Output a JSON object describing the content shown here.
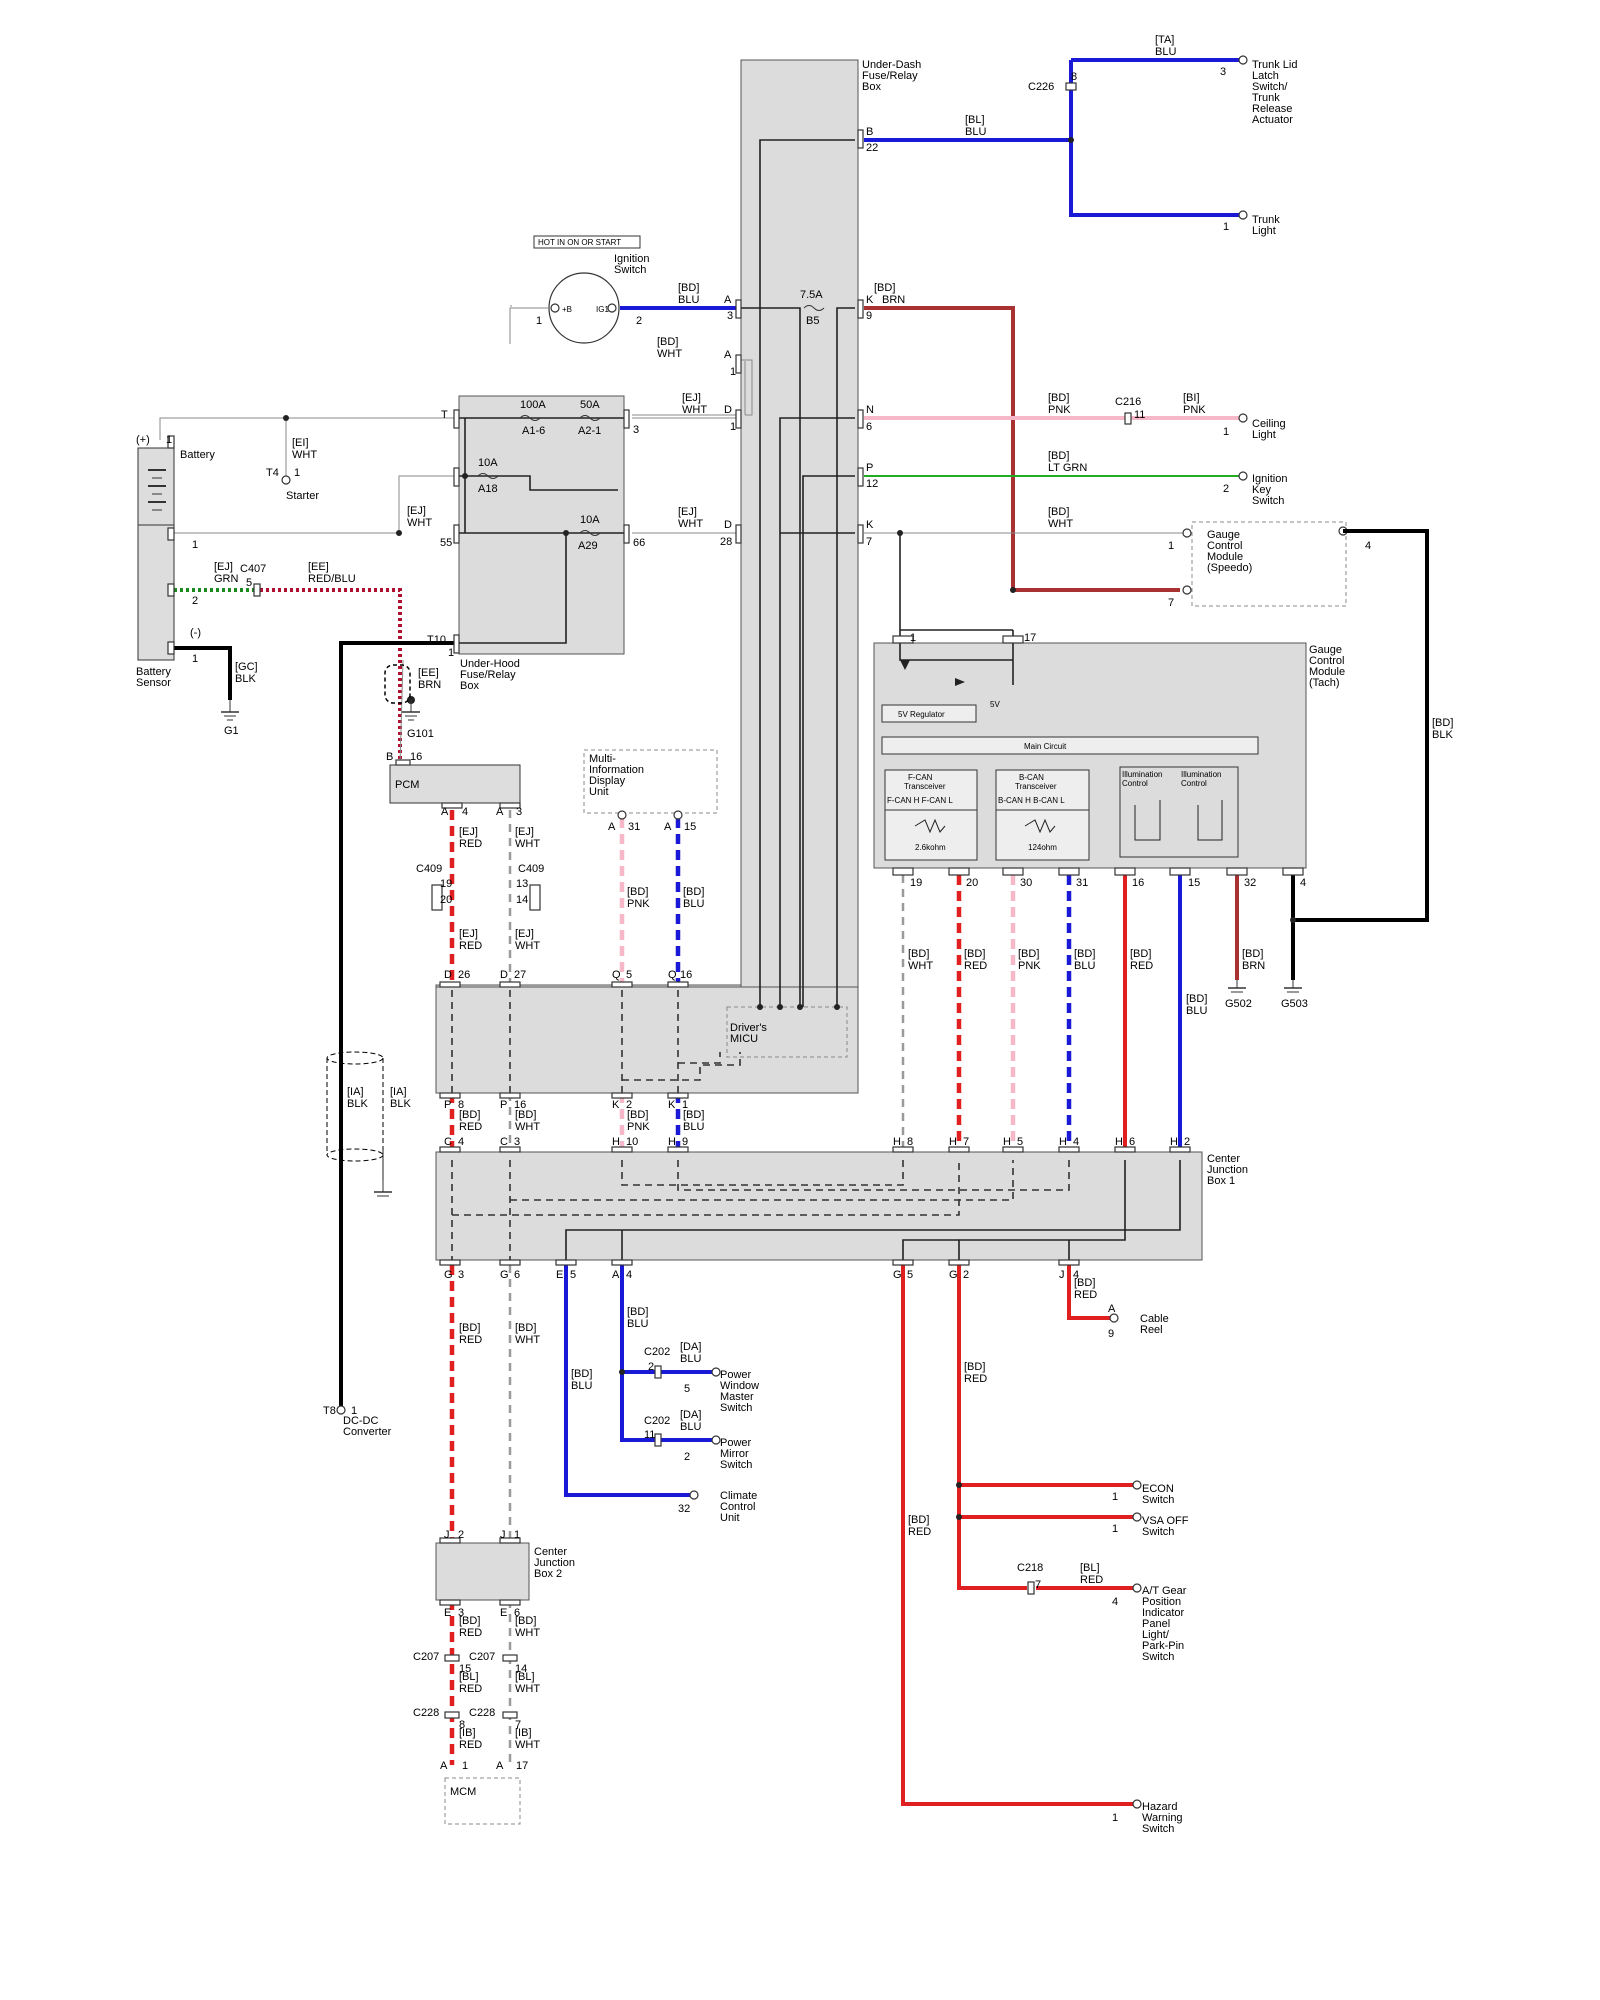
{
  "components": {
    "under_dash_box": [
      "Under-Dash",
      "Fuse/Relay",
      "Box"
    ],
    "under_hood_box": [
      "Under-Hood",
      "Fuse/Relay",
      "Box"
    ],
    "hot_label": "HOT IN ON OR START",
    "ignition_switch": [
      "Ignition",
      "Switch"
    ],
    "battery": "Battery",
    "battery_sensor": [
      "Battery",
      "Sensor"
    ],
    "starter": "Starter",
    "pcm": "PCM",
    "mid_unit": [
      "Multi-",
      "Information",
      "Display",
      "Unit"
    ],
    "drivers_micu": [
      "Driver's",
      "MICU"
    ],
    "gauge_speedo": [
      "Gauge",
      "Control",
      "Module",
      "(Speedo)"
    ],
    "gauge_tach": [
      "Gauge",
      "Control",
      "Module",
      "(Tach)"
    ],
    "center_jb1": [
      "Center",
      "Junction",
      "Box 1"
    ],
    "center_jb2": [
      "Center",
      "Junction",
      "Box 2"
    ],
    "mcm": "MCM",
    "dcdc": [
      "DC-DC",
      "Converter"
    ],
    "trunk_latch": [
      "Trunk Lid",
      "Latch",
      "Switch/",
      "Trunk",
      "Release",
      "Actuator"
    ],
    "trunk_light": [
      "Trunk",
      "Light"
    ],
    "ceiling_light": [
      "Ceiling",
      "Light"
    ],
    "ignition_key_switch": [
      "Ignition",
      "Key",
      "Switch"
    ],
    "cable_reel": [
      "Cable",
      "Reel"
    ],
    "pw_master": [
      "Power",
      "Window",
      "Master",
      "Switch"
    ],
    "power_mirror": [
      "Power",
      "Mirror",
      "Switch"
    ],
    "climate": [
      "Climate",
      "Control",
      "Unit"
    ],
    "econ": [
      "ECON",
      "Switch"
    ],
    "vsa_off": [
      "VSA OFF",
      "Switch"
    ],
    "at_gear": [
      "A/T Gear",
      "Position",
      "Indicator",
      "Panel",
      "Light/",
      "Park-Pin",
      "Switch"
    ],
    "hazard": [
      "Hazard",
      "Warning",
      "Switch"
    ]
  },
  "tach_internal": {
    "regulator": "5V    Regulator",
    "five_v": "5V",
    "main_circuit": "Main Circuit",
    "fcan": [
      "F-CAN",
      "Transceiver"
    ],
    "fcan_pins": "F-CAN H    F-CAN L",
    "bcan": [
      "B-CAN",
      "Transceiver"
    ],
    "bcan_pins": "B-CAN H    B-CAN L",
    "illum1": [
      "Illumination",
      "Control"
    ],
    "illum2": [
      "Illumination",
      "Control"
    ],
    "r1": "2.6kohm",
    "r2": "124ohm"
  },
  "fuses": {
    "f1": {
      "amp": "100A",
      "id": "A1-6"
    },
    "f2": {
      "amp": "50A",
      "id": "A2-1"
    },
    "f3": {
      "amp": "10A",
      "id": "A18"
    },
    "f4": {
      "amp": "10A",
      "id": "A29"
    },
    "f5": {
      "amp": "7.5A",
      "id": "B5"
    }
  },
  "grounds": [
    "G1",
    "G101",
    "G502",
    "G503"
  ],
  "connectors": [
    "C226",
    "C216",
    "C407",
    "C409",
    "C409",
    "C202",
    "C202",
    "C218",
    "C207",
    "C207",
    "C228",
    "C228"
  ],
  "wire_labels": {
    "ta_blu": [
      "[TA]",
      "BLU"
    ],
    "bl_blu": [
      "[BL]",
      "BLU"
    ],
    "bd_blu_ign": [
      "[BD]",
      "BLU"
    ],
    "bd_brn": [
      "[BD]",
      "BRN"
    ],
    "bd_wht_ign": [
      "[BD]",
      "WHT"
    ],
    "ej_wht_1": [
      "[EJ]",
      "WHT"
    ],
    "bd_pnk": [
      "[BD]",
      "PNK"
    ],
    "bi_pnk": [
      "[BI]",
      "PNK"
    ],
    "bd_ltgrn": [
      "[BD]",
      "LT GRN"
    ],
    "ej_wht_2": [
      "[EJ]",
      "WHT"
    ],
    "bd_wht_gauge": [
      "[BD]",
      "WHT"
    ],
    "ei_wht": [
      "[EI]",
      "WHT"
    ],
    "ej_wht_3": [
      "[EJ]",
      "WHT"
    ],
    "ej_grn": [
      "[EJ]",
      "GRN"
    ],
    "ee_redblu": [
      "[EE]",
      "RED/BLU"
    ],
    "gc_blk": [
      "[GC]",
      "BLK"
    ],
    "ee_brn": [
      "[EE]",
      "BRN"
    ],
    "bd_blk": [
      "[BD]",
      "BLK"
    ],
    "ej_red_1": [
      "[EJ]",
      "RED"
    ],
    "ej_wht_4": [
      "[EJ]",
      "WHT"
    ],
    "ej_red_2": [
      "[EJ]",
      "RED"
    ],
    "ej_wht_5": [
      "[EJ]",
      "WHT"
    ],
    "bd_pnk_mid": [
      "[BD]",
      "PNK"
    ],
    "bd_blu_mid": [
      "[BD]",
      "BLU"
    ],
    "ia_blk_1": [
      "[IA]",
      "BLK"
    ],
    "ia_blk_2": [
      "[IA]",
      "BLK"
    ],
    "bd_red_a": [
      "[BD]",
      "RED"
    ],
    "bd_wht_a": [
      "[BD]",
      "WHT"
    ],
    "bd_pnk_a": [
      "[BD]",
      "PNK"
    ],
    "bd_blu_a": [
      "[BD]",
      "BLU"
    ],
    "tach_wht": [
      "[BD]",
      "WHT"
    ],
    "tach_red": [
      "[BD]",
      "RED"
    ],
    "tach_pnk": [
      "[BD]",
      "PNK"
    ],
    "tach_blu": [
      "[BD]",
      "BLU"
    ],
    "tach_red2": [
      "[BD]",
      "RED"
    ],
    "tach_blu2": [
      "[BD]",
      "BLU"
    ],
    "tach_brn": [
      "[BD]",
      "BRN"
    ],
    "bd_red_cable": [
      "[BD]",
      "RED"
    ],
    "bd_blu_pw": [
      "[BD]",
      "BLU"
    ],
    "da_blu_1": [
      "[DA]",
      "BLU"
    ],
    "da_blu_2": [
      "[DA]",
      "BLU"
    ],
    "bd_blu_climate": [
      "[BD]",
      "BLU"
    ],
    "bd_red_b": [
      "[BD]",
      "RED"
    ],
    "bd_wht_b": [
      "[BD]",
      "WHT"
    ],
    "bd_red_econ": [
      "[BD]",
      "RED"
    ],
    "bd_red_haz": [
      "[BD]",
      "RED"
    ],
    "bl_red": [
      "[BL]",
      "RED"
    ],
    "bd_red_c": [
      "[BD]",
      "RED"
    ],
    "bd_wht_c": [
      "[BD]",
      "WHT"
    ],
    "bl_red2": [
      "[BL]",
      "RED"
    ],
    "bl_wht": [
      "[BL]",
      "WHT"
    ],
    "ib_red": [
      "[IB]",
      "RED"
    ],
    "ib_wht": [
      "[IB]",
      "WHT"
    ]
  },
  "pins": {
    "p_3_trunk": "3",
    "p_8_c226": "8",
    "p_1_trunk": "1",
    "p_b": "B",
    "p_22": "22",
    "p_a3": "A",
    "p_3a": "3",
    "p_k9": "K",
    "p_9": "9",
    "p_a1": "A",
    "p_1a": "1",
    "p_d1": "D",
    "p_1d": "1",
    "p_n": "N",
    "p_6": "6",
    "p_11": "11",
    "p_1ceil": "1",
    "p_p": "P",
    "p_12": "12",
    "p_2key": "2",
    "p_d28": "D",
    "p_28": "28",
    "p_k7": "K",
    "p_7": "7",
    "p_1gauge": "1",
    "p_7gauge": "7",
    "p_4gauge": "4",
    "p_t1": "T",
    "p_3fuse": "3",
    "p_55": "55",
    "p_66": "66",
    "p_t10": "T10",
    "p_1t10": "1",
    "p_ign1": "1",
    "p_ign2": "2",
    "p_plus": "(+)",
    "p_1bat": "1",
    "p_minus": "(-)",
    "p_1neg": "1",
    "p_1sens": "1",
    "p_2sens": "2",
    "p_5c407": "5",
    "p_t4": "T4",
    "p_1t4": "1",
    "p_b16": "B",
    "p_16": "16",
    "p_a4": "A",
    "p_4": "4",
    "p_a3b": "A",
    "p_3b": "3",
    "p_19": "19",
    "p_20": "20",
    "p_13": "13",
    "p_14": "14",
    "p_d26": "D",
    "p_26": "26",
    "p_d27": "D",
    "p_27": "27",
    "p_q5": "Q",
    "p_5q": "5",
    "p_q6": "Q",
    "p_16q": "16",
    "p_a31": "A",
    "p_31": "31",
    "p_a15": "A",
    "p_15": "15",
    "p_p8": "P",
    "p_8p": "8",
    "p_p16": "P",
    "p_16p": "16",
    "p_k2": "K",
    "p_2k": "2",
    "p_k1": "K",
    "p_1k": "1",
    "p_c4": "C",
    "p_4c": "4",
    "p_c3": "C",
    "p_3c": "3",
    "p_h10": "H",
    "p_10h": "10",
    "p_h9": "H",
    "p_9h": "9",
    "p_h8": "H",
    "p_8h": "8",
    "p_h7": "H",
    "p_7h": "7",
    "p_h5": "H",
    "p_5h": "5",
    "p_h4": "H",
    "p_4h": "4",
    "p_h6": "H",
    "p_6h": "6",
    "p_h2": "H",
    "p_2h": "2",
    "p_g3": "G",
    "p_3g": "3",
    "p_g6": "G",
    "p_6g": "6",
    "p_e5": "E",
    "p_5e": "5",
    "p_a4b": "A",
    "p_4a": "4",
    "p_g5": "G",
    "p_5g": "5",
    "p_g2": "G",
    "p_2g": "2",
    "p_j4": "J",
    "p_4j": "4",
    "p_a_cable": "A",
    "p_9cable": "9",
    "p_2c202": "2",
    "p_5pw": "5",
    "p_11c202": "11",
    "p_2pm": "2",
    "p_32": "32",
    "p_1econ": "1",
    "p_1vsa": "1",
    "p_7c218": "7",
    "p_4at": "4",
    "p_1haz": "1",
    "p_t8": "T8",
    "p_1t8": "1",
    "p_j2": "J",
    "p_2j": "2",
    "p_j1": "J",
    "p_1j": "1",
    "p_e3": "E",
    "p_3e": "3",
    "p_e6": "E",
    "p_6e": "6",
    "p_15c207": "15",
    "p_14c207": "14",
    "p_8c228": "8",
    "p_7c228": "7",
    "p_a1mcm": "A",
    "p_1mcm": "1",
    "p_a17": "A",
    "p_17": "17",
    "t_1": "1",
    "t_17": "17",
    "t_19": "19",
    "t_20": "20",
    "t_30": "30",
    "t_31": "31",
    "t_16": "16",
    "t_15": "15",
    "t_32": "32",
    "t_4": "4"
  },
  "colors": {
    "red": "#e02020",
    "blue": "#1a1ad6",
    "pink": "#f6b8c8",
    "brown": "#a83232",
    "green": "#22aa22",
    "box_fill": "#dcdcdc"
  }
}
